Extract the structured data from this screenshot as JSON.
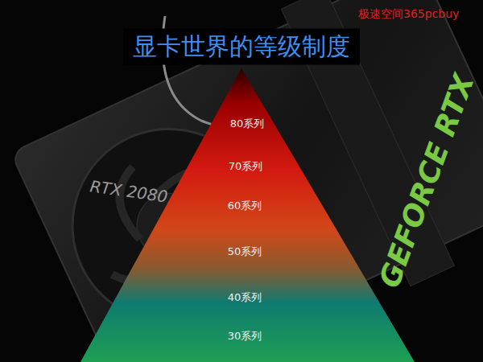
{
  "diagram": {
    "title": "显卡世界的等级制度",
    "labels": [
      "极速空间365pcbuy",
      "80系列",
      "70系列",
      "60系列",
      "50系列",
      "40系列",
      "30系列",
      "RTX 2080",
      "GEFORCE RTX"
    ]
  }
}
